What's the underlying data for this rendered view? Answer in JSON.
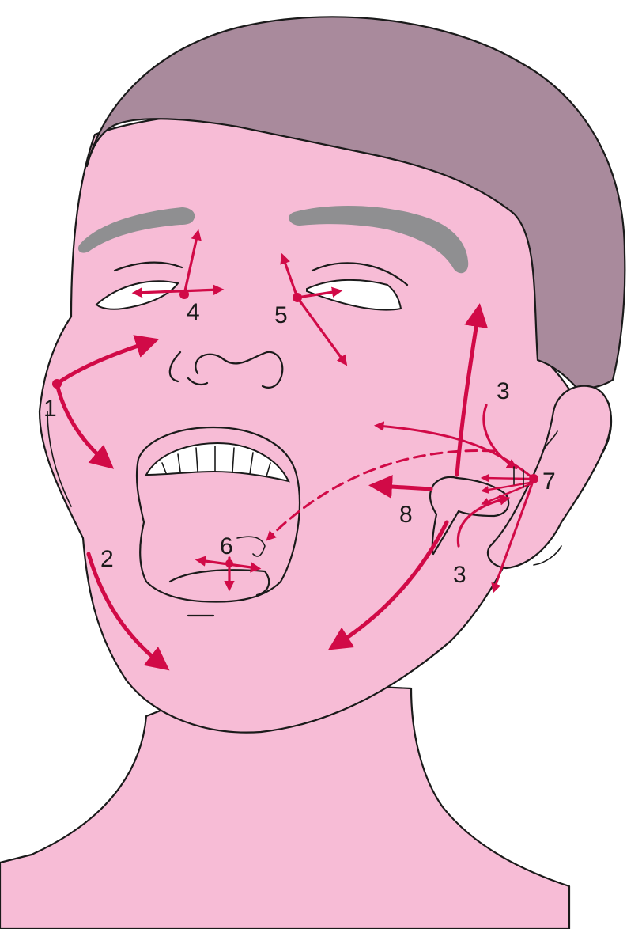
{
  "labels": {
    "l1": "1",
    "l2": "2",
    "l3a": "3",
    "l3b": "3",
    "l4": "4",
    "l5": "5",
    "l6": "6",
    "l7": "7",
    "l8": "8"
  },
  "colors": {
    "skin": "#f7bcd6",
    "hair": "#a98a9c",
    "brow": "#8f8f91",
    "arrow": "#d10a47",
    "outline": "#1a1a1a"
  }
}
